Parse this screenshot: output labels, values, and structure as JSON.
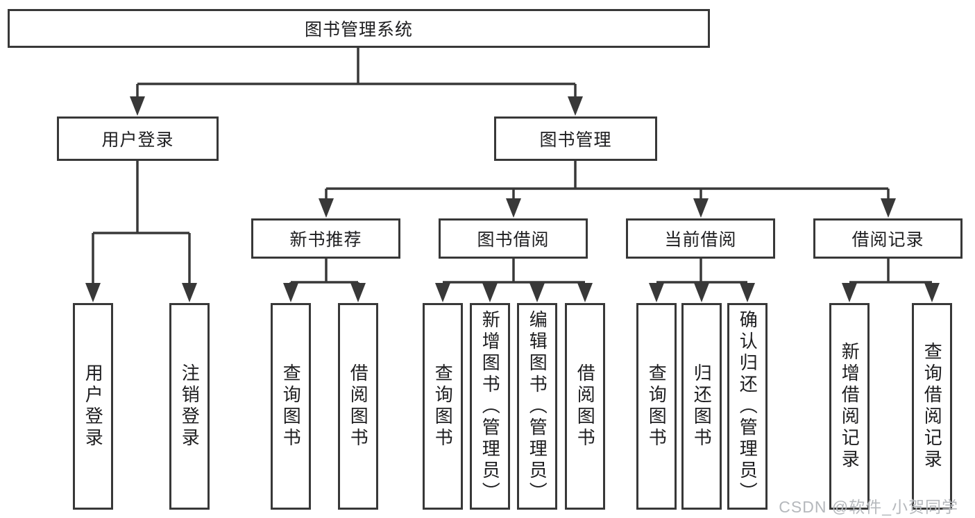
{
  "colors": {
    "line": "#383838",
    "box_border": "#383838",
    "text": "#1d1d1f",
    "watermark": "#b5b8bc"
  },
  "watermark": "CSDN @软件_小贺同学",
  "tree": {
    "root": "图书管理系统",
    "children": [
      {
        "label": "用户登录",
        "children": [
          {
            "label": "用户登录"
          },
          {
            "label": "注销登录"
          }
        ]
      },
      {
        "label": "图书管理",
        "children": [
          {
            "label": "新书推荐",
            "children": [
              {
                "label": "查询图书"
              },
              {
                "label": "借阅图书"
              }
            ]
          },
          {
            "label": "图书借阅",
            "children": [
              {
                "label": "查询图书"
              },
              {
                "label": "新增图书（管理员）"
              },
              {
                "label": "编辑图书（管理员）"
              },
              {
                "label": "借阅图书"
              }
            ]
          },
          {
            "label": "当前借阅",
            "children": [
              {
                "label": "查询图书"
              },
              {
                "label": "归还图书"
              },
              {
                "label": "确认归还（管理员）"
              }
            ]
          },
          {
            "label": "借阅记录",
            "children": [
              {
                "label": "新增借阅记录"
              },
              {
                "label": "查询借阅记录"
              }
            ]
          }
        ]
      }
    ]
  }
}
